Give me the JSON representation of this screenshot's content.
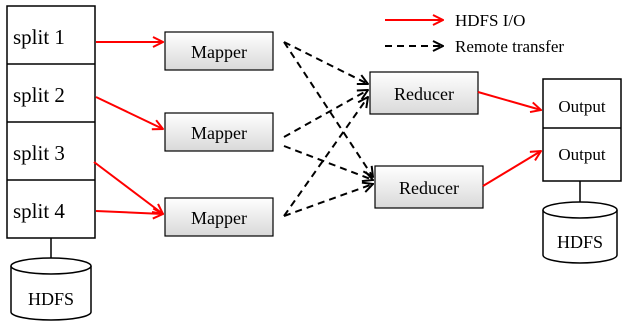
{
  "splits": [
    "split 1",
    "split 2",
    "split 3",
    "split 4"
  ],
  "mappers": [
    "Mapper",
    "Mapper",
    "Mapper"
  ],
  "reducers": [
    "Reducer",
    "Reducer"
  ],
  "outputs": [
    "Output",
    "Output"
  ],
  "storage": {
    "input_label": "HDFS",
    "output_label": "HDFS"
  },
  "legend": {
    "hdfs_io": "HDFS I/O",
    "remote_transfer": "Remote transfer"
  },
  "colors": {
    "hdfs_io": "#ff0000",
    "remote_transfer": "#000000",
    "box_fill_top": "#ffffff",
    "box_fill_bottom": "#d9d9d9"
  }
}
